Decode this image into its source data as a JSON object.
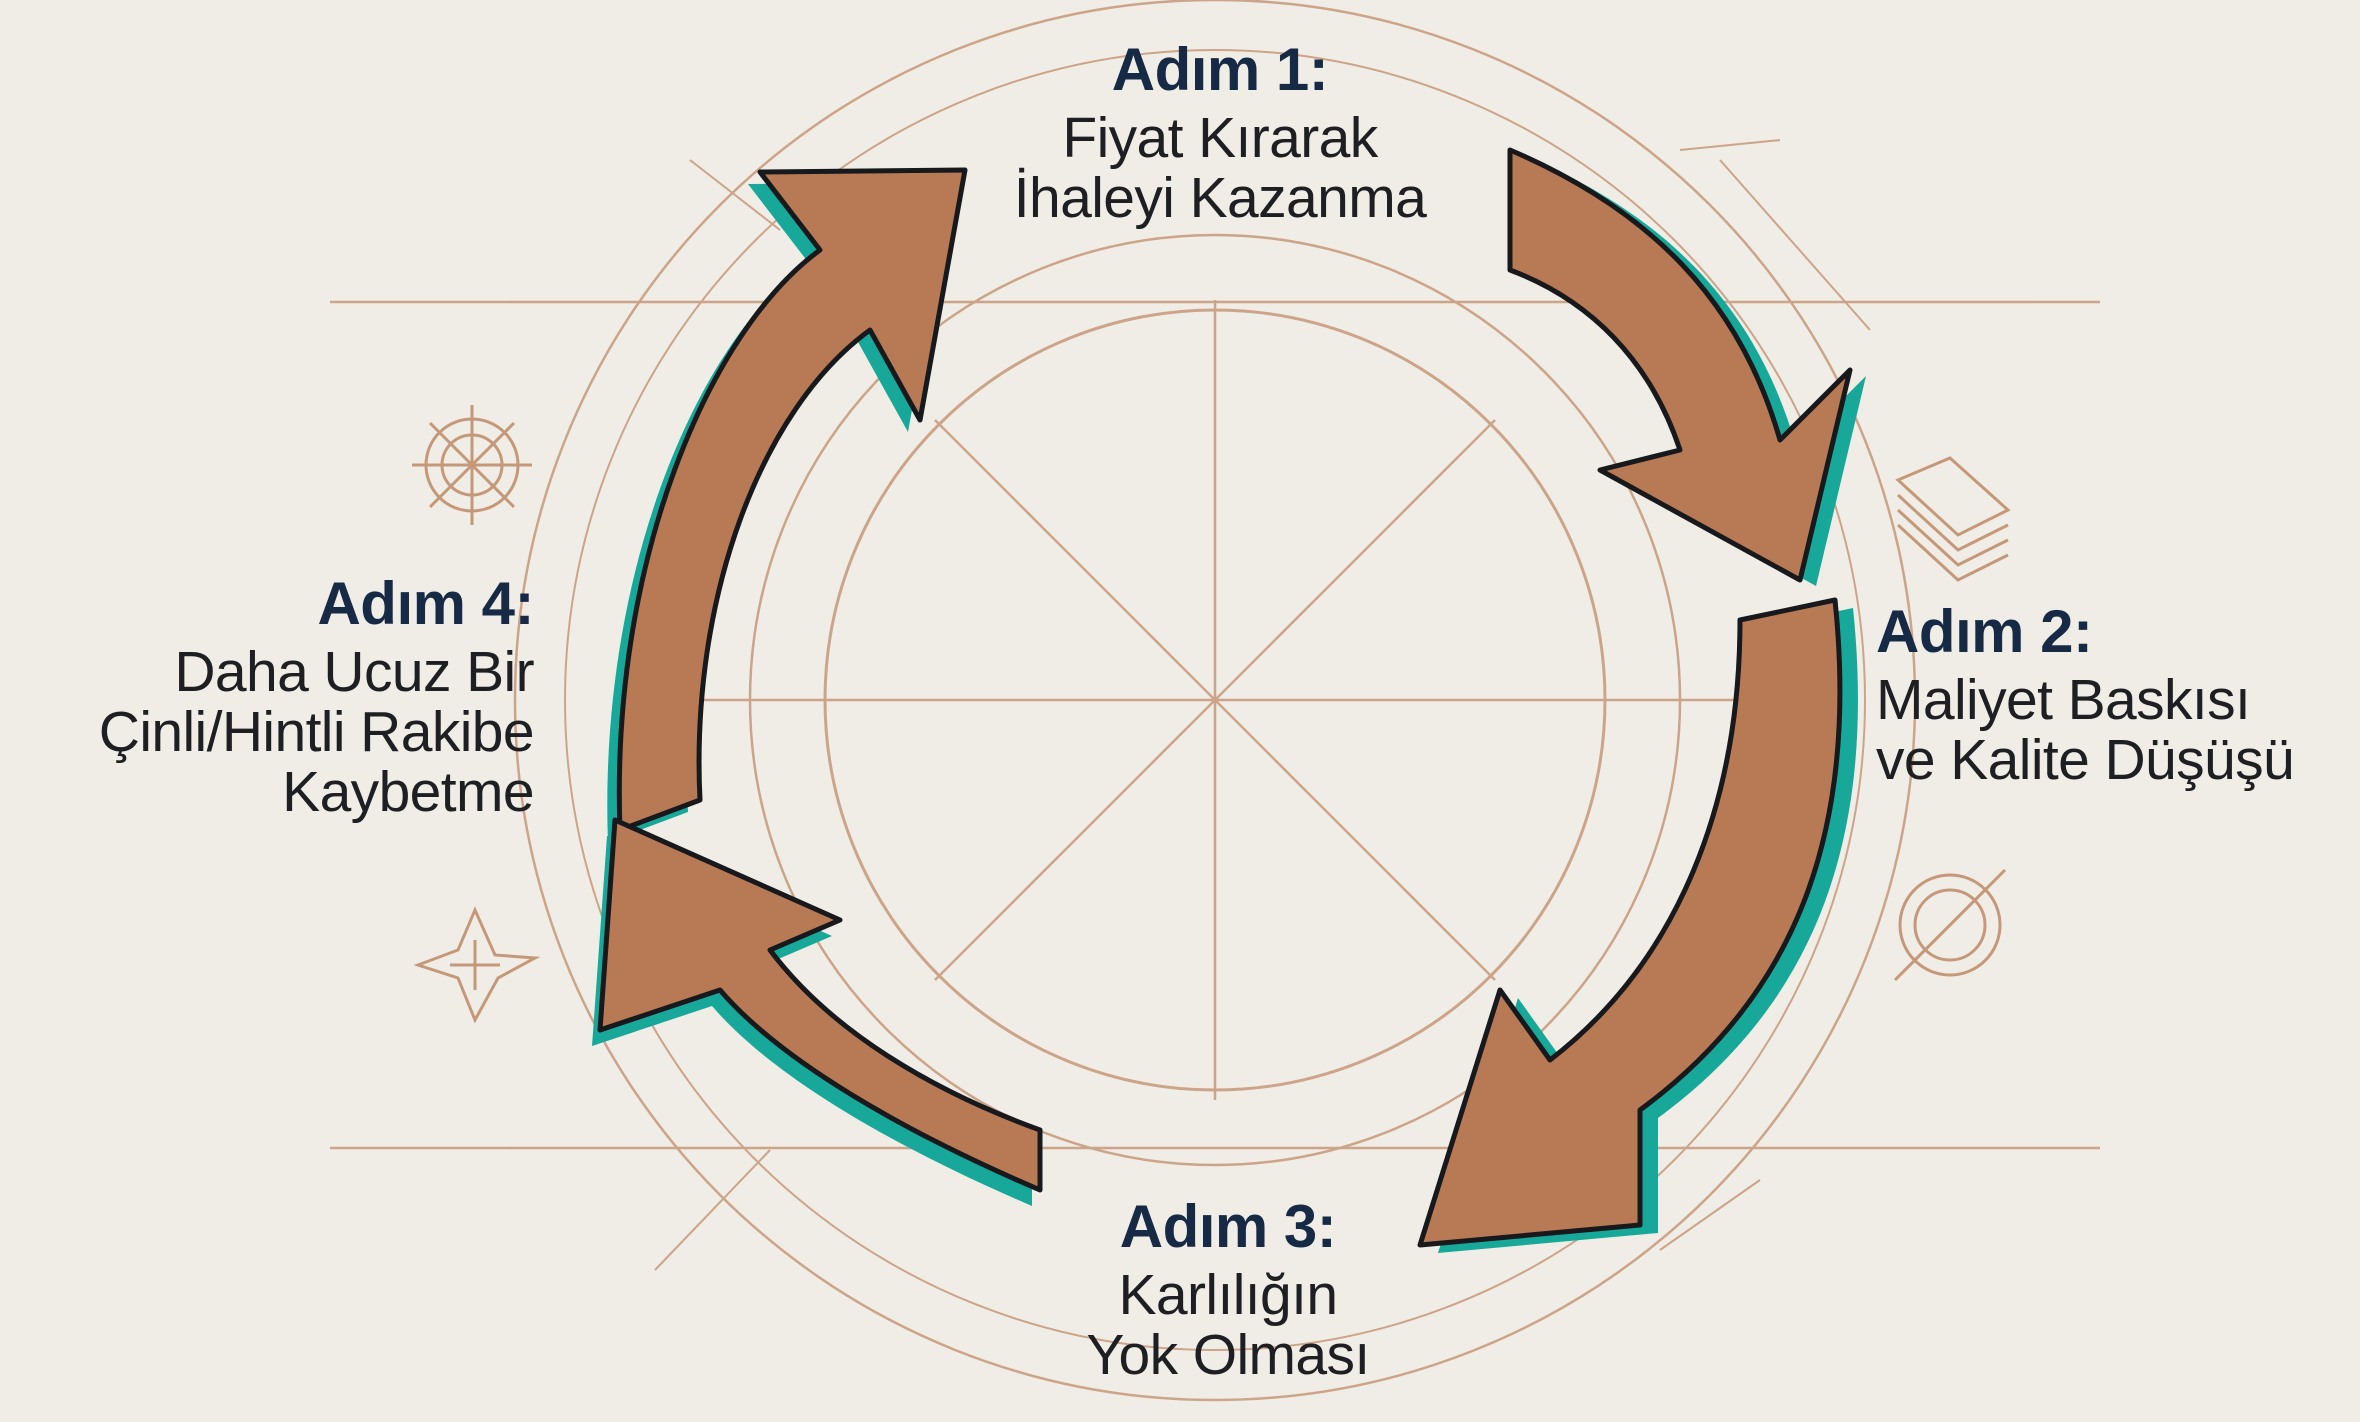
{
  "steps": [
    {
      "title": "Adım 1:",
      "lines": [
        "Fiyat Kırarak",
        "İhaleyi Kazanma"
      ]
    },
    {
      "title": "Adım 2:",
      "lines": [
        "Maliyet Baskısı",
        "ve Kalite Düşüşü"
      ]
    },
    {
      "title": "Adım 3:",
      "lines": [
        "Karlılığın",
        "Yok Olması"
      ]
    },
    {
      "title": "Adım 4:",
      "lines": [
        "Daha Ucuz Bir",
        "Çinli/Hintli Rakibe",
        "Kaybetme"
      ]
    }
  ],
  "colors": {
    "background": "#efede6",
    "arrow_fill": "#b87a54",
    "arrow_shadow": "#17a899",
    "arrow_outline": "#17191c",
    "sketch_lines": "#c5987a",
    "title_text": "#172a45",
    "body_text": "#1d1f22"
  },
  "icons": [
    "compass-icon",
    "stacked-papers-icon",
    "compass-star-icon",
    "crossed-circle-icon"
  ]
}
